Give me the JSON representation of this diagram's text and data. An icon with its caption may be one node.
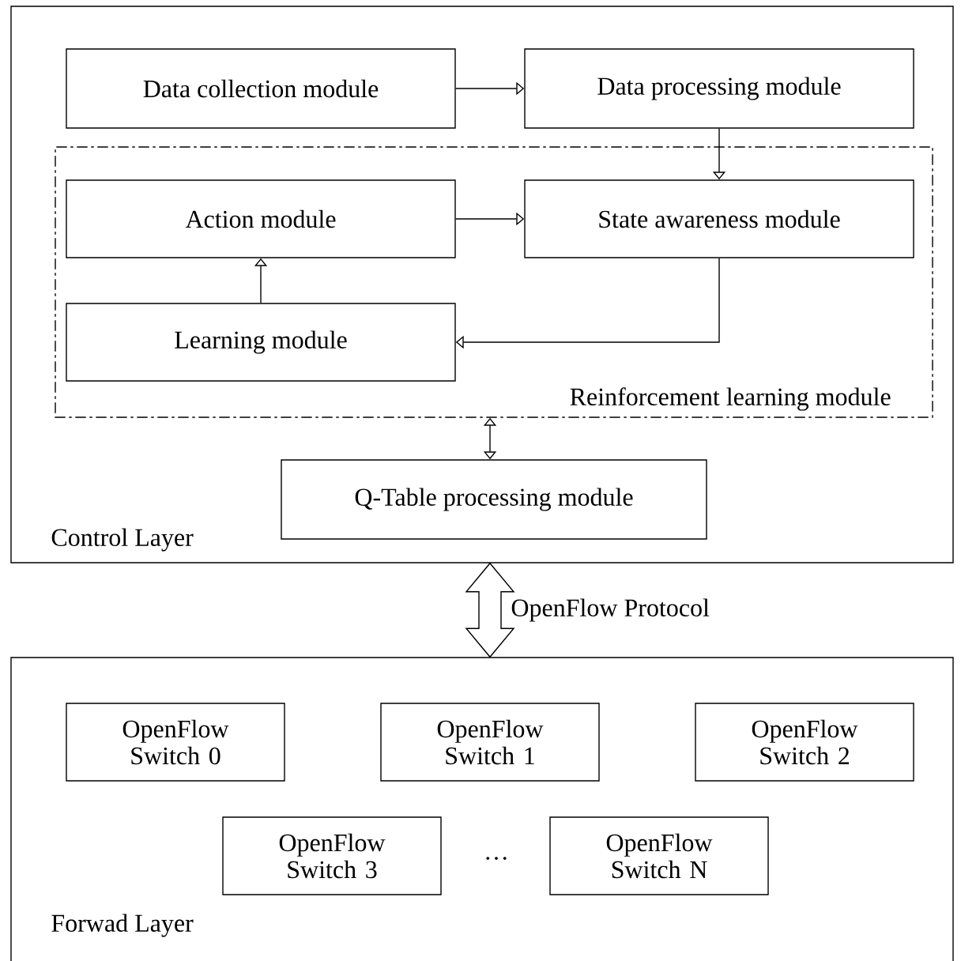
{
  "diagram": {
    "nodes": [
      {
        "text": [
          "Control Layer"
        ]
      },
      {
        "text": [
          "Data collection module"
        ],
        "in": 0
      },
      {
        "text": [
          "Data processing module"
        ],
        "in": 0
      },
      {
        "text": [
          "Reinforcement learning module"
        ],
        "in": 0
      },
      {
        "text": [
          "Action module"
        ],
        "in": 3
      },
      {
        "text": [
          "State awareness module"
        ],
        "in": 3
      },
      {
        "text": [
          "Learning module"
        ],
        "in": 3
      },
      {
        "text": [
          "Q-Table processing module"
        ],
        "in": 0
      },
      {
        "text": [
          "Forwad Layer"
        ]
      },
      {
        "text": [
          "OpenFlow Switch 0"
        ],
        "in": 8
      },
      {
        "text": [
          "OpenFlow Switch 1"
        ],
        "in": 8
      },
      {
        "text": [
          "OpenFlow Switch 2"
        ],
        "in": 8
      },
      {
        "text": [
          "OpenFlow Switch 3"
        ],
        "in": 8
      },
      {
        "text": [
          "OpenFlow Switch N"
        ],
        "in": 8
      }
    ],
    "edges": [
      {
        "from": 1,
        "to": 2,
        "arrow": "to"
      },
      {
        "from": 2,
        "to": 5,
        "arrow": "to"
      },
      {
        "from": 4,
        "to": 5,
        "arrow": "to"
      },
      {
        "from": 6,
        "to": 4,
        "arrow": "to"
      },
      {
        "from": 5,
        "to": 6,
        "arrow": "to"
      },
      {
        "from": 3,
        "to": 7,
        "arrow": "both"
      },
      {
        "from": 0,
        "to": 8,
        "arrow": "both",
        "style": "thick",
        "label": "OpenFlow Protocol"
      }
    ],
    "labels": [
      "…"
    ]
  }
}
